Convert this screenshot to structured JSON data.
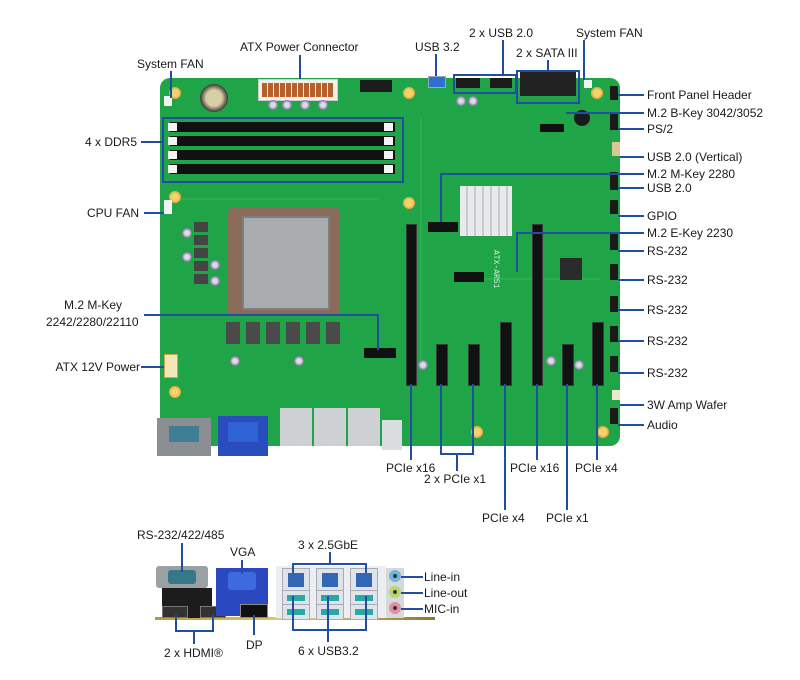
{
  "board": {
    "model_silkscreen": "ATX-AR51",
    "colors": {
      "pcb": "#1fa548",
      "callout": "#1f4ea3",
      "text": "#1a1a1a"
    }
  },
  "top_labels": {
    "system_fan_left": "System FAN",
    "atx_power": "ATX Power Connector",
    "usb32": "USB 3.2",
    "usb20_2x": "2 x USB 2.0",
    "sata": "2 x SATA III",
    "system_fan_right": "System FAN"
  },
  "left_labels": {
    "ddr5": "4 x DDR5",
    "cpu_fan": "CPU FAN",
    "m2_mkey_line1": "M.2 M-Key",
    "m2_mkey_line2": "2242/2280/22110",
    "atx12v": "ATX 12V Power"
  },
  "right_labels": [
    "Front Panel Header",
    "M.2 B-Key 3042/3052",
    "PS/2",
    "USB 2.0 (Vertical)",
    "M.2 M-Key 2280",
    "USB 2.0",
    "GPIO",
    "M.2 E-Key 2230",
    "RS-232",
    "RS-232",
    "RS-232",
    "RS-232",
    "RS-232",
    "3W Amp Wafer",
    "Audio"
  ],
  "bottom_labels": {
    "pcie_x16_a": "PCIe x16",
    "pcie_x1_2x": "2 x PCIe x1",
    "pcie_x4_a": "PCIe x4",
    "pcie_x16_b": "PCIe x16",
    "pcie_x1_b": "PCIe x1",
    "pcie_x4_b": "PCIe x4"
  },
  "io_labels": {
    "serial": "RS-232/422/485",
    "vga": "VGA",
    "lan": "3 x 2.5GbE",
    "hdmi": "2 x HDMI®",
    "dp": "DP",
    "usb": "6 x USB3.2",
    "line_in": "Line-in",
    "line_out": "Line-out",
    "mic_in": "MIC-in"
  },
  "audio_jack_colors": {
    "line_in": "#6fb6e0",
    "line_out": "#b9d66a",
    "mic_in": "#e58fa4"
  }
}
